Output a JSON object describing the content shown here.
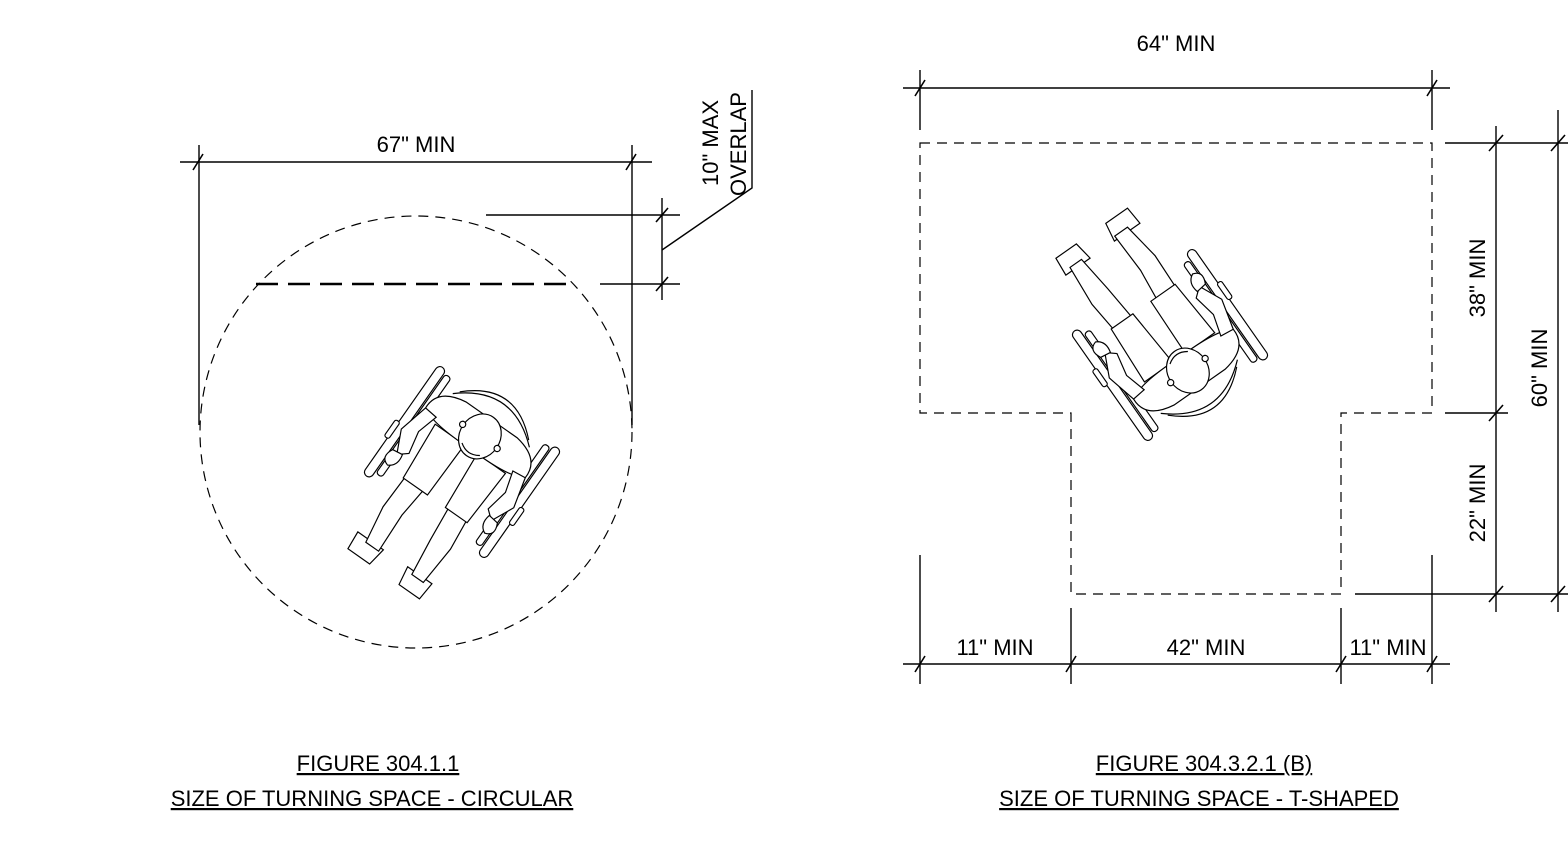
{
  "figure_circular": {
    "width_label": "67\" MIN",
    "overlap_line1": "10\" MAX",
    "overlap_line2": "OVERLAP",
    "caption_line1": "FIGURE 304.1.1",
    "caption_line2": "SIZE OF TURNING SPACE - CIRCULAR"
  },
  "figure_t_shaped": {
    "width_label": "64\" MIN",
    "upper_height_label": "38\" MIN",
    "lower_height_label": "22\" MIN",
    "total_height_label": "60\" MIN",
    "left_width_label": "11\" MIN",
    "center_width_label": "42\" MIN",
    "right_width_label": "11\" MIN",
    "caption_line1": "FIGURE 304.3.2.1 (B)",
    "caption_line2": "SIZE OF TURNING SPACE - T-SHAPED"
  }
}
